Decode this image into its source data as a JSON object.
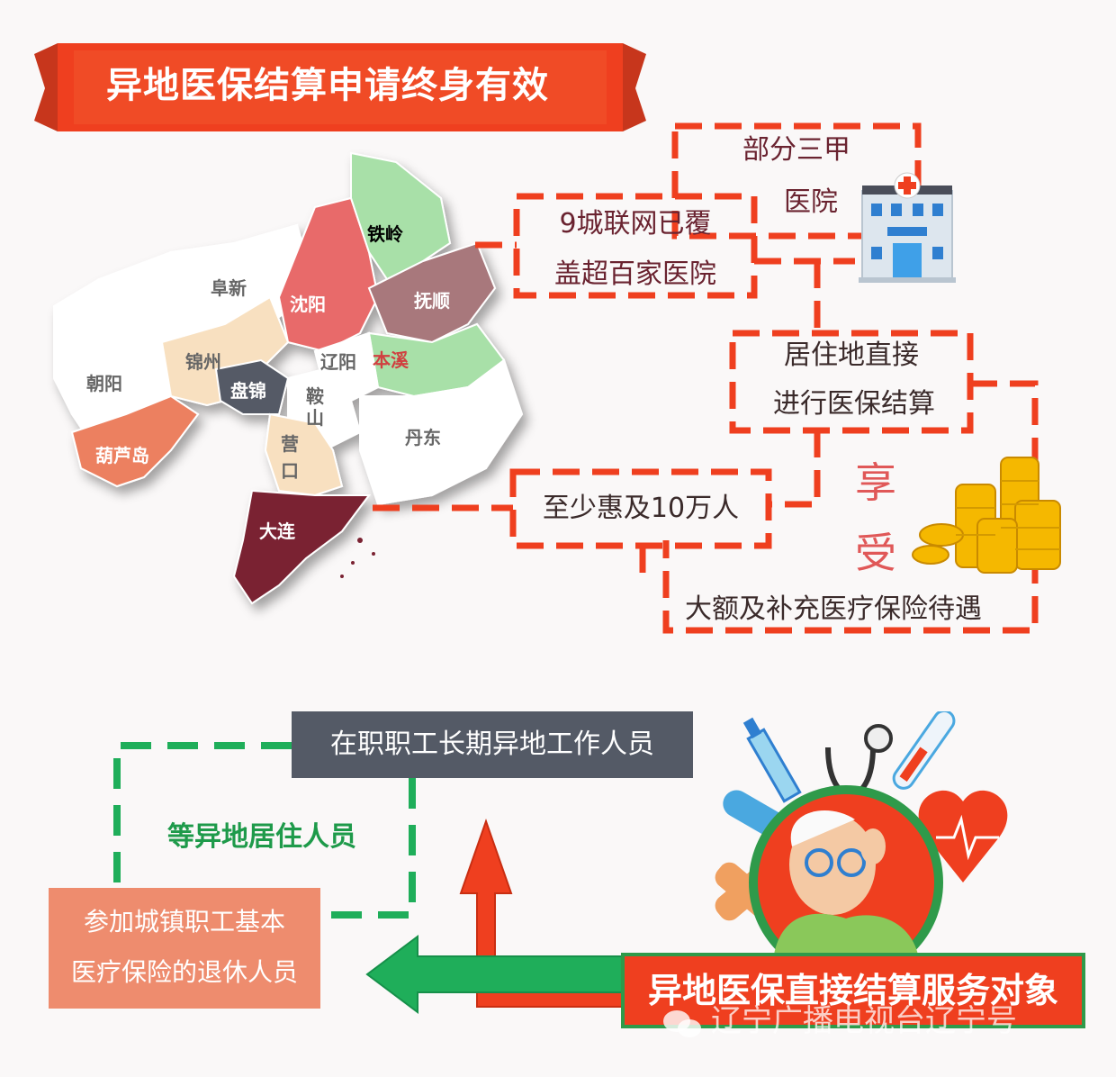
{
  "banner": {
    "title": "异地医保结算申请终身有效"
  },
  "map": {
    "cities": [
      {
        "name": "铁岭",
        "color": "#a8e0a8",
        "text_color": "#444444"
      },
      {
        "name": "阜新",
        "color": "#ffffff",
        "text_color": "#666666"
      },
      {
        "name": "沈阳",
        "color": "#e86a6a",
        "text_color": "#ffffff"
      },
      {
        "name": "抚顺",
        "color": "#a8787c",
        "text_color": "#ffffff"
      },
      {
        "name": "朝阳",
        "color": "#ffffff",
        "text_color": "#666666"
      },
      {
        "name": "锦州",
        "color": "#f8e0c0",
        "text_color": "#666666"
      },
      {
        "name": "辽阳",
        "color": "#ffffff",
        "text_color": "#666666"
      },
      {
        "name": "本溪",
        "color": "#a8e0a8",
        "text_color": "#d04040"
      },
      {
        "name": "盘锦",
        "color": "#555a66",
        "text_color": "#ffffff"
      },
      {
        "name": "鞍山",
        "color": "#ffffff",
        "text_color": "#666666"
      },
      {
        "name": "丹东",
        "color": "#ffffff",
        "text_color": "#666666"
      },
      {
        "name": "葫芦岛",
        "color": "#ec8060",
        "text_color": "#ffffff"
      },
      {
        "name": "营口",
        "color": "#f8e0c0",
        "text_color": "#666666"
      },
      {
        "name": "大连",
        "color": "#7a2232",
        "text_color": "#ffffff"
      }
    ]
  },
  "boxes": {
    "hospitals_line1": "部分三甲",
    "hospitals_line2": "医院",
    "network_line1": "9城联网已覆",
    "network_line2": "盖超百家医院",
    "direct_line1": "居住地直接",
    "direct_line2": "进行医保结算",
    "benefit": "至少惠及10万人",
    "insurance": "大额及补充医疗保险待遇",
    "enjoy1": "享",
    "enjoy2": "受"
  },
  "bottom": {
    "workers": "在职职工长期异地工作人员",
    "residents": "等异地居住人员",
    "retirees_line1": "参加城镇职工基本",
    "retirees_line2": "医疗保险的退休人员",
    "service_title": "异地医保直接结算服务对象",
    "watermark": "辽宁广播电视台辽宁号"
  },
  "colors": {
    "accent_red": "#ef3f1f",
    "accent_green": "#1fa84f",
    "dash_green": "#1fae5a"
  }
}
